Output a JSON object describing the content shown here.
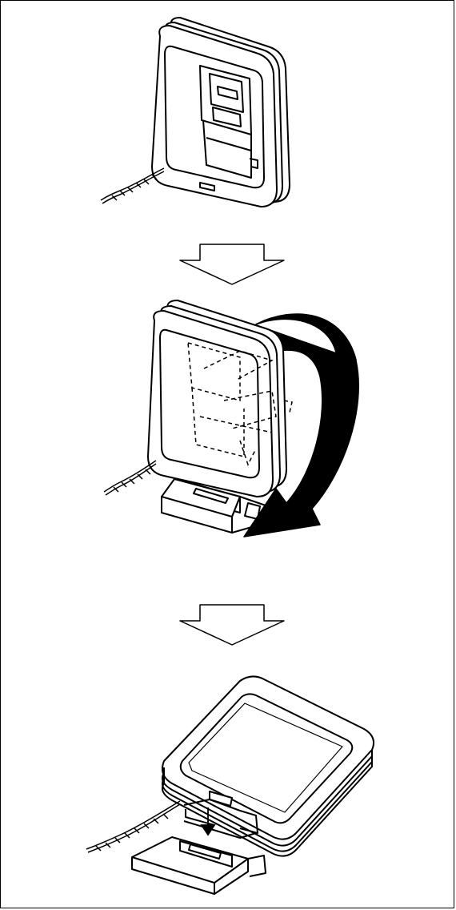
{
  "diagram": {
    "steps": [
      {
        "id": "step-1",
        "description_shown": ""
      },
      {
        "id": "step-2",
        "description_shown": ""
      },
      {
        "id": "step-3",
        "description_shown": ""
      }
    ],
    "arrows": [
      {
        "id": "down-arrow-1",
        "direction": "down"
      },
      {
        "id": "down-arrow-2",
        "direction": "down"
      }
    ],
    "colors": {
      "line": "#000000",
      "background": "#ffffff",
      "fill_arrow": "#000000"
    }
  }
}
